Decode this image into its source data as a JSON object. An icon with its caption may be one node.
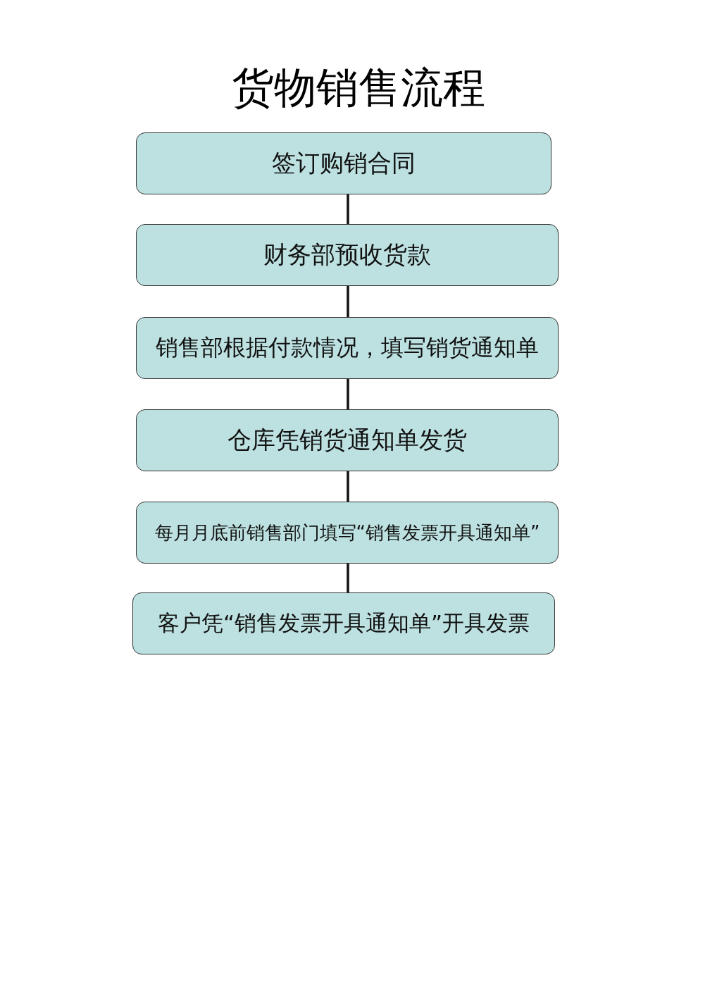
{
  "diagram": {
    "title": "货物销售流程",
    "nodes": [
      {
        "text": [
          "签订购销合同"
        ]
      },
      {
        "text": [
          "财务部预收货款"
        ]
      },
      {
        "text": [
          "销售部根据付款情况，填写销货通知单"
        ]
      },
      {
        "text": [
          "仓库凭销货通知单发货"
        ]
      },
      {
        "text": [
          "每月月底前销售部门填写“销售发票开具通知单”"
        ]
      },
      {
        "text": [
          "客户凭“销售发票开具通知单”开具发票"
        ]
      }
    ],
    "edges": [
      {
        "from": 0,
        "to": 1,
        "arrow": "none"
      },
      {
        "from": 1,
        "to": 2,
        "arrow": "none"
      },
      {
        "from": 2,
        "to": 3,
        "arrow": "none"
      },
      {
        "from": 3,
        "to": 4,
        "arrow": "none"
      },
      {
        "from": 4,
        "to": 5,
        "arrow": "none"
      }
    ]
  }
}
